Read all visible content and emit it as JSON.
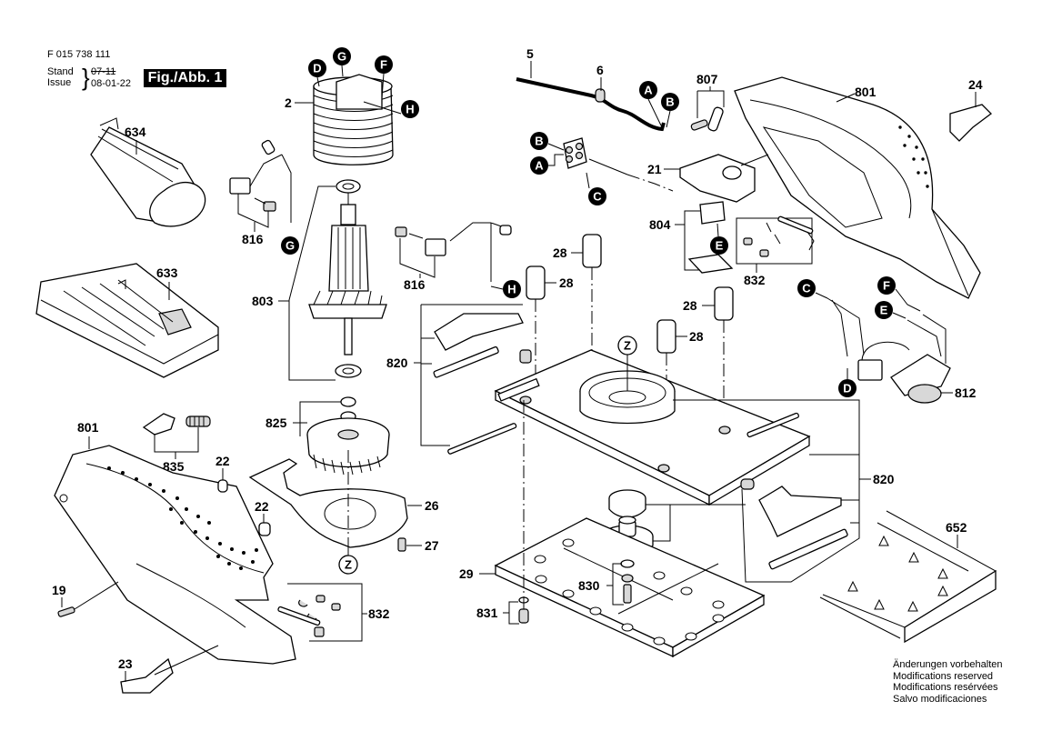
{
  "header": {
    "document_number": "F 015 738 111",
    "stand_label": "Stand",
    "issue_label": "Issue",
    "stand_date": "07-11",
    "issue_date": "08-01-22",
    "figure_label": "Fig./Abb. 1"
  },
  "footer_note": [
    "Änderungen vorbehalten",
    "Modifications reserved",
    "Modifications resérvées",
    "Salvo modificaciones"
  ],
  "part_labels": {
    "p2": "2",
    "p5": "5",
    "p6": "6",
    "p19": "19",
    "p21": "21",
    "p22a": "22",
    "p22b": "22",
    "p23": "23",
    "p24": "24",
    "p26": "26",
    "p27": "27",
    "p28a": "28",
    "p28b": "28",
    "p28c": "28",
    "p28d": "28",
    "p29": "29",
    "p633": "633",
    "p634": "634",
    "p652": "652",
    "p801a": "801",
    "p801b": "801",
    "p803": "803",
    "p804": "804",
    "p807": "807",
    "p812": "812",
    "p816a": "816",
    "p816b": "816",
    "p820a": "820",
    "p820b": "820",
    "p825": "825",
    "p830": "830",
    "p831": "831",
    "p832a": "832",
    "p832b": "832",
    "p835": "835"
  },
  "connector_markers": {
    "D1": "D",
    "G1": "G",
    "F1": "F",
    "H1": "H",
    "G2": "G",
    "H2": "H",
    "A1": "A",
    "B1": "B",
    "B2": "B",
    "A2": "A",
    "C1": "C",
    "E1": "E",
    "C2": "C",
    "F2": "F",
    "E2": "E",
    "D2": "D"
  },
  "reference_markers": {
    "Z1": "Z",
    "Z2": "Z"
  }
}
